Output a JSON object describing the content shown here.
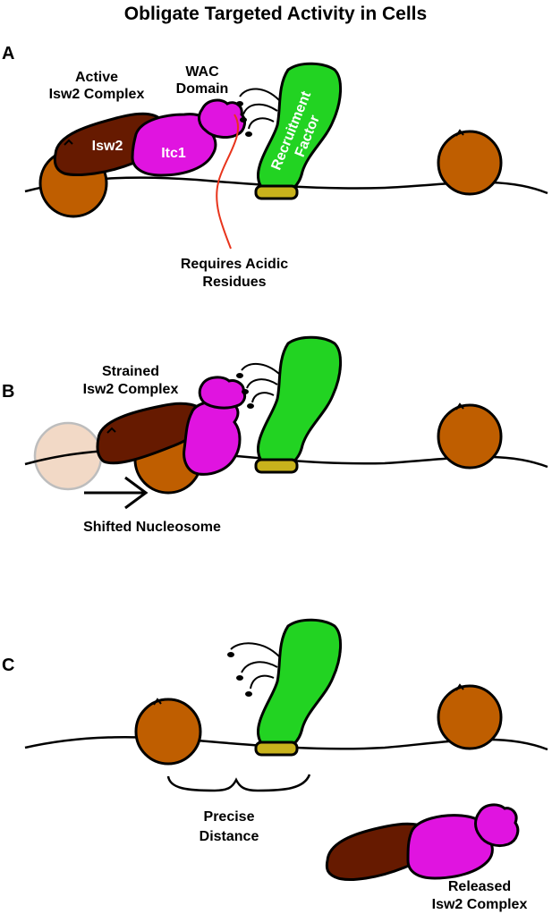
{
  "title": "Obligate Targeted Activity in Cells",
  "panels": {
    "a": {
      "letter": "A",
      "complex_label": [
        "Active",
        "Isw2 Complex"
      ],
      "wac_label": [
        "WAC",
        "Domain"
      ],
      "isw2_label": "Isw2",
      "itc1_label": "Itc1",
      "factor_label": [
        "Recruitment",
        "Factor"
      ],
      "acidic_label": [
        "Requires Acidic",
        "Residues"
      ]
    },
    "b": {
      "letter": "B",
      "complex_label": [
        "Strained",
        "Isw2 Complex"
      ],
      "shift_label": "Shifted Nucleosome"
    },
    "c": {
      "letter": "C",
      "distance_label": [
        "Precise",
        "Distance"
      ],
      "released_label": [
        "Released",
        "Isw2 Complex"
      ]
    }
  },
  "colors": {
    "isw2": "#661a00",
    "itc1": "#e014e0",
    "recruitment_factor": "#22d322",
    "nucleosome": "#bf5e00",
    "shifted_nucleosome_ghost": "#f2d9c6",
    "factor_dock": "#c8b21c",
    "acidic_pointer": "#e8341c"
  }
}
